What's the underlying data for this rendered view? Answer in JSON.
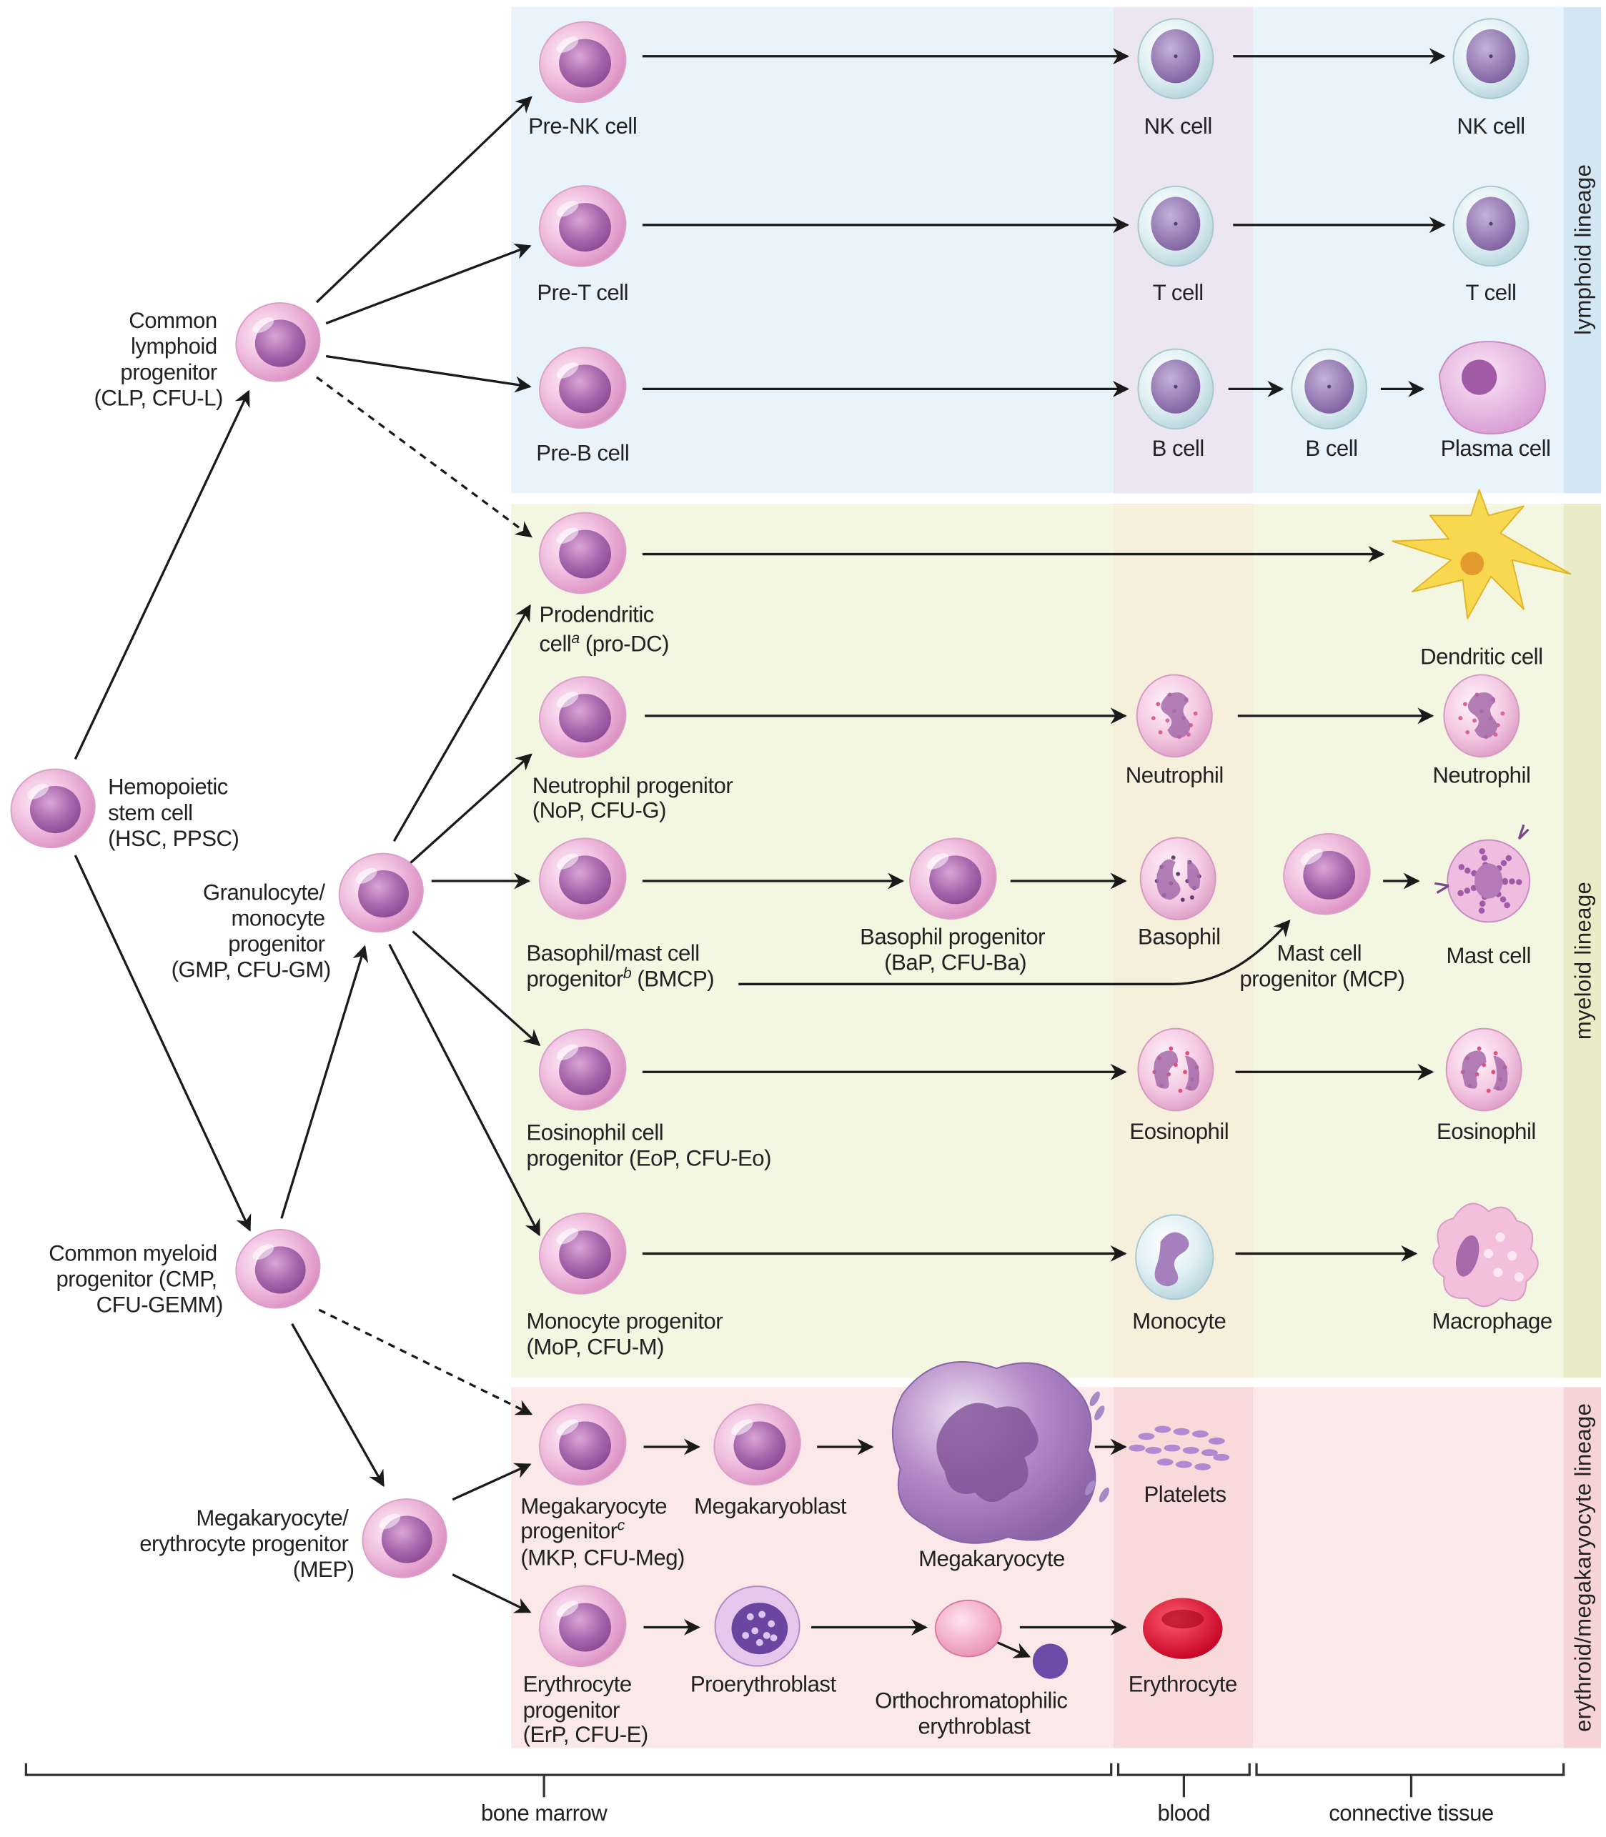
{
  "title": "Hemopoiesis lineage diagram",
  "colors": {
    "lymphoid_panel": "#e9f3fb",
    "lymphoid_strip": "#d3e6f4",
    "myeloid_panel": "#f3f6e0",
    "myeloid_strip": "#e9ecc6",
    "erythroid_panel": "#fbe9e9",
    "erythroid_strip": "#f6d4d5",
    "blood_lymphoid": "#ece6f2",
    "blood_myeloid": "#f6efdc",
    "blood_erythroid": "#f9dadb",
    "progenitor_cell": "#f2bfe0",
    "progenitor_nucleus": "#a55ea8",
    "lymphocyte_cell": "#dbeef2",
    "lymphocyte_nucleus": "#9a7ab8"
  },
  "lineages": {
    "lymphoid": "lymphoid lineage",
    "myeloid": "myeloid lineage",
    "erythroid": "erythroid/megakaryocyte lineage"
  },
  "locations": {
    "bone_marrow": "bone marrow",
    "blood": "blood",
    "connective_tissue": "connective tissue"
  },
  "stem": {
    "hsc": [
      "Hemopoietic",
      "stem cell",
      "(HSC, PPSC)"
    ],
    "clp": [
      "Common",
      "lymphoid",
      "progenitor",
      "(CLP, CFU-L)"
    ],
    "cmp": [
      "Common myeloid",
      "progenitor (CMP,",
      "CFU-GEMM)"
    ],
    "gmp": [
      "Granulocyte/",
      "monocyte",
      "progenitor",
      "(GMP, CFU-GM)"
    ],
    "mep": [
      "Megakaryocyte/",
      "erythrocyte progenitor",
      "(MEP)"
    ]
  },
  "lymphoid": {
    "pre_nk": "Pre-NK cell",
    "pre_t": "Pre-T cell",
    "pre_b": "Pre-B cell",
    "nk_blood": "NK cell",
    "nk_tissue": "NK cell",
    "t_blood": "T cell",
    "t_tissue": "T cell",
    "b_blood": "B cell",
    "b_tissue": "B cell",
    "plasma": "Plasma cell"
  },
  "myeloid": {
    "pro_dc": [
      "Prodendritic",
      "cell",
      "a",
      " (pro-DC)"
    ],
    "dendritic": "Dendritic cell",
    "nop": [
      "Neutrophil progenitor",
      "(NoP, CFU-G)"
    ],
    "neutrophil_blood": "Neutrophil",
    "neutrophil_tissue": "Neutrophil",
    "bmcp": [
      "Basophil/mast cell",
      "progenitor",
      "b",
      " (BMCP)"
    ],
    "bap": [
      "Basophil progenitor",
      "(BaP, CFU-Ba)"
    ],
    "basophil": "Basophil",
    "mcp": [
      "Mast cell",
      "progenitor (MCP)"
    ],
    "mast": "Mast cell",
    "eop": [
      "Eosinophil cell",
      "progenitor (EoP, CFU-Eo)"
    ],
    "eosinophil_blood": "Eosinophil",
    "eosinophil_tissue": "Eosinophil",
    "mop": [
      "Monocyte progenitor",
      "(MoP, CFU-M)"
    ],
    "monocyte": "Monocyte",
    "macrophage": "Macrophage"
  },
  "erythroid": {
    "mkp": [
      "Megakaryocyte",
      "progenitor",
      "c",
      "(MKP, CFU-Meg)"
    ],
    "megakaryoblast": "Megakaryoblast",
    "megakaryocyte": "Megakaryocyte",
    "platelets": "Platelets",
    "erp": [
      "Erythrocyte",
      "progenitor",
      "(ErP, CFU-E)"
    ],
    "proerythroblast": "Proerythroblast",
    "ortho": [
      "Orthochromatophilic",
      "erythroblast"
    ],
    "erythrocyte": "Erythrocyte"
  }
}
